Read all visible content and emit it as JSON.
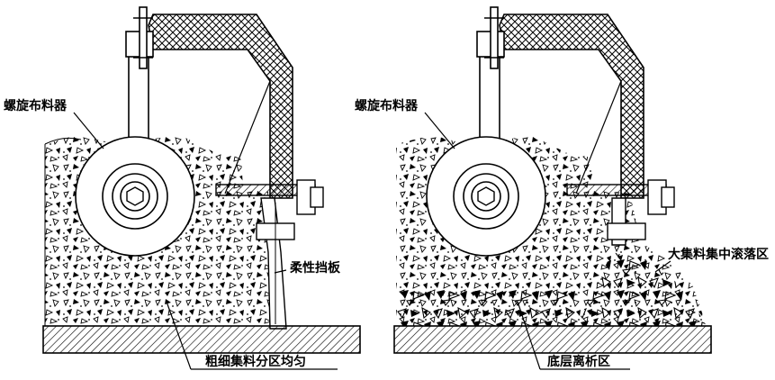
{
  "left_panel": {
    "spreader_label": "螺旋布料器",
    "baffle_label": "柔性挡板",
    "bottom_label": "粗细集料分区均匀"
  },
  "right_panel": {
    "spreader_label": "螺旋布料器",
    "aggregate_label": "大集料集中滚落区",
    "bottom_label": "底层离析区"
  },
  "colors": {
    "line": "#000000",
    "background": "#ffffff"
  }
}
